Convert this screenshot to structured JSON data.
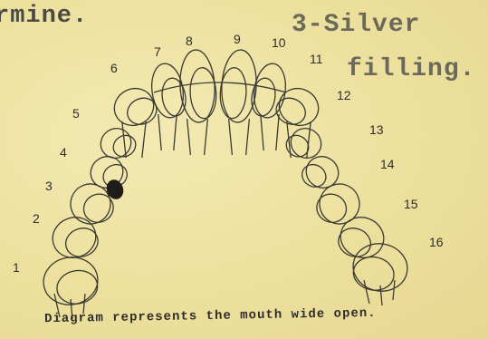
{
  "header": {
    "left_text": "rmine.",
    "right_line1": "3-Silver",
    "right_line2": "filling."
  },
  "diagram": {
    "tooth_numbers": [
      "1",
      "2",
      "3",
      "4",
      "5",
      "6",
      "7",
      "8",
      "9",
      "10",
      "11",
      "12",
      "13",
      "14",
      "15",
      "16"
    ],
    "filled_tooth": "3",
    "caption": "Diagram represents the mouth wide open."
  }
}
